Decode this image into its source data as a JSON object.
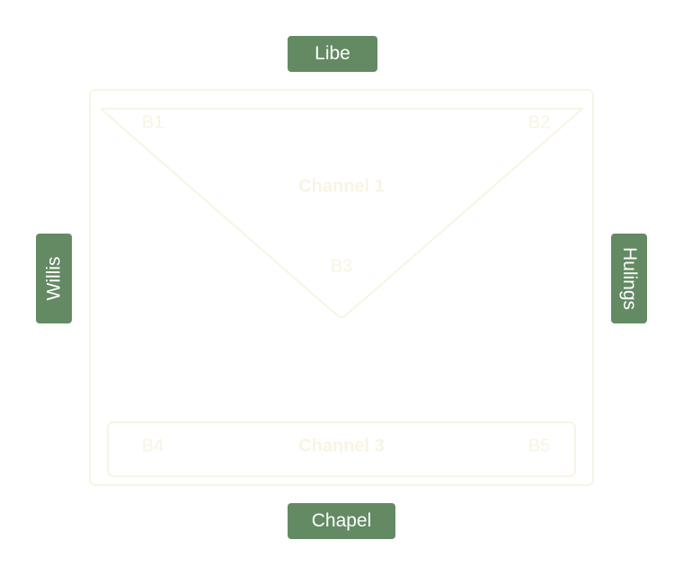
{
  "rooms": {
    "top": "Libe",
    "left": "Willis",
    "right": "Hulings",
    "bottom": "Chapel"
  },
  "channels": {
    "channel1": "Channel 1",
    "channel3": "Channel 3"
  },
  "buildings": {
    "b1": "B1",
    "b2": "B2",
    "b3": "B3",
    "b4": "B4",
    "b5": "B5"
  },
  "colors": {
    "room_fill": "#638a63",
    "room_text": "#ffffff",
    "outline": "#f8f4e4",
    "faint_text": "#f8f4e4",
    "background": "#ffffff"
  }
}
